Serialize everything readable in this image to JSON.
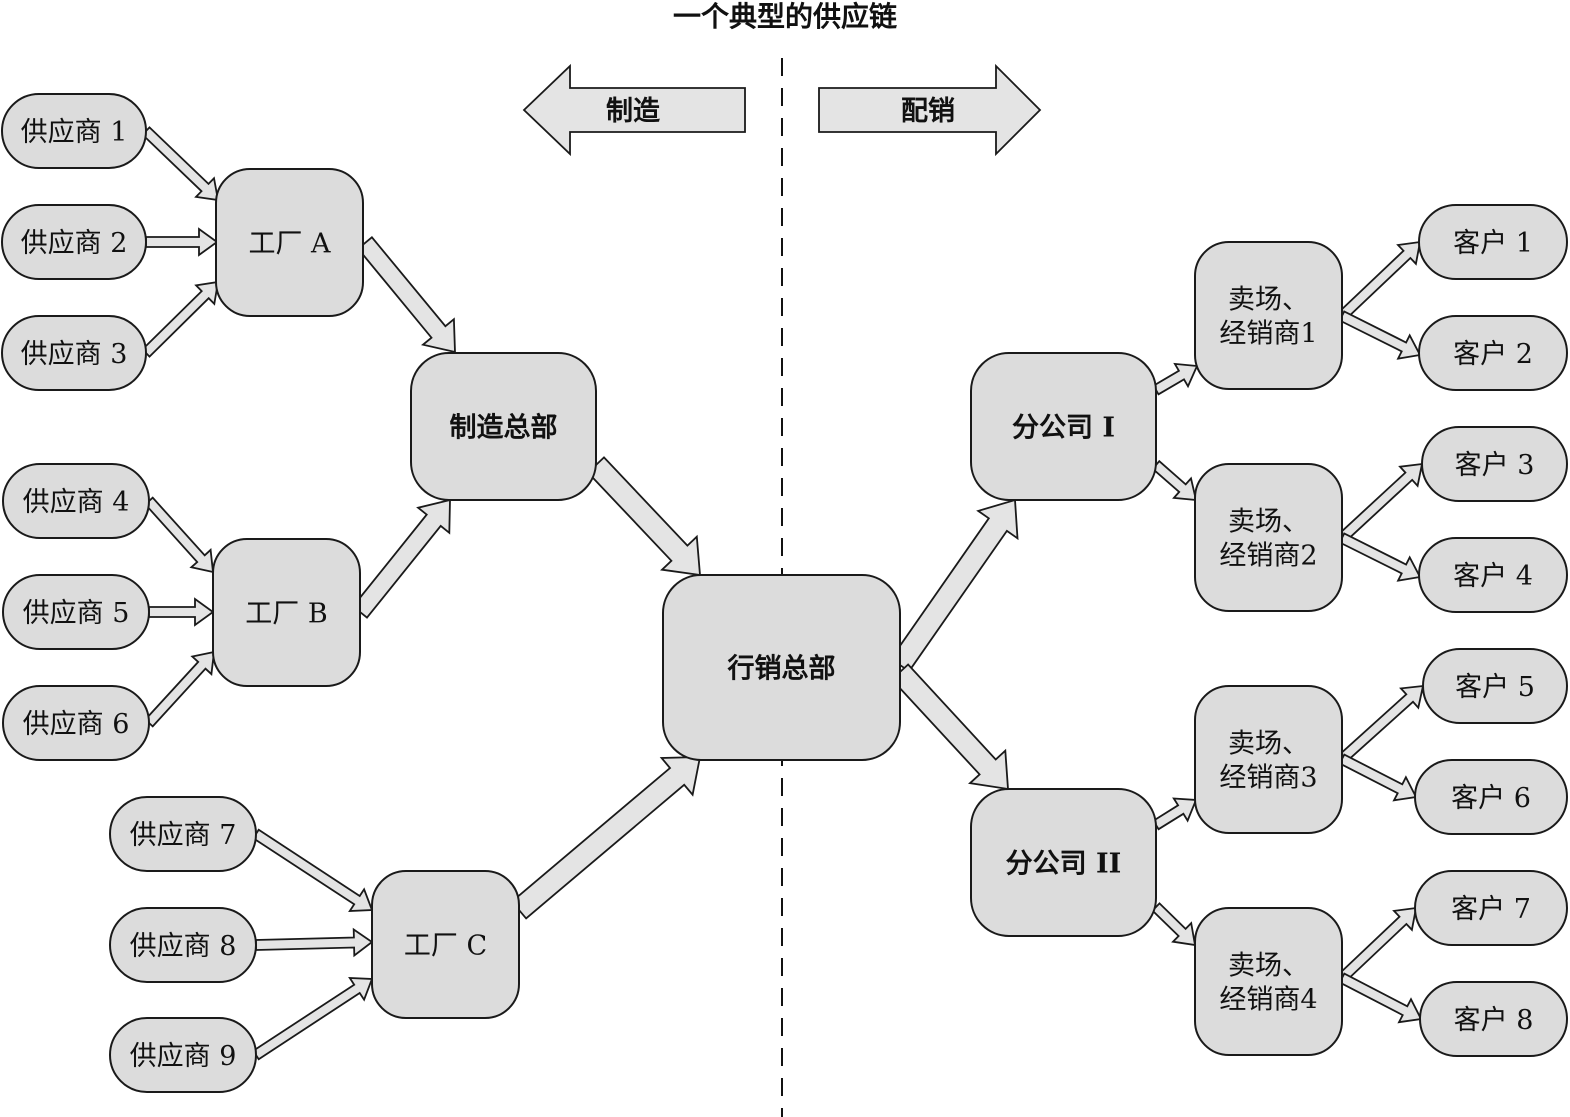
{
  "title": "一个典型的供应链",
  "bands": {
    "left": "制造",
    "right": "配销"
  },
  "nodes": {
    "s1": "供应商 1",
    "s2": "供应商 2",
    "s3": "供应商 3",
    "s4": "供应商 4",
    "s5": "供应商 5",
    "s6": "供应商 6",
    "s7": "供应商 7",
    "s8": "供应商 8",
    "s9": "供应商 9",
    "fa": "工厂 A",
    "fb": "工厂 B",
    "fc": "工厂 C",
    "mhq": "制造总部",
    "shq": "行销总部",
    "b1": "分公司 I",
    "b2": "分公司 II",
    "r1": [
      "卖场、",
      "经销商1"
    ],
    "r2": [
      "卖场、",
      "经销商2"
    ],
    "r3": [
      "卖场、",
      "经销商3"
    ],
    "r4": [
      "卖场、",
      "经销商4"
    ],
    "c1": "客户 1",
    "c2": "客户 2",
    "c3": "客户 3",
    "c4": "客户 4",
    "c5": "客户 5",
    "c6": "客户 6",
    "c7": "客户 7",
    "c8": "客户 8"
  }
}
